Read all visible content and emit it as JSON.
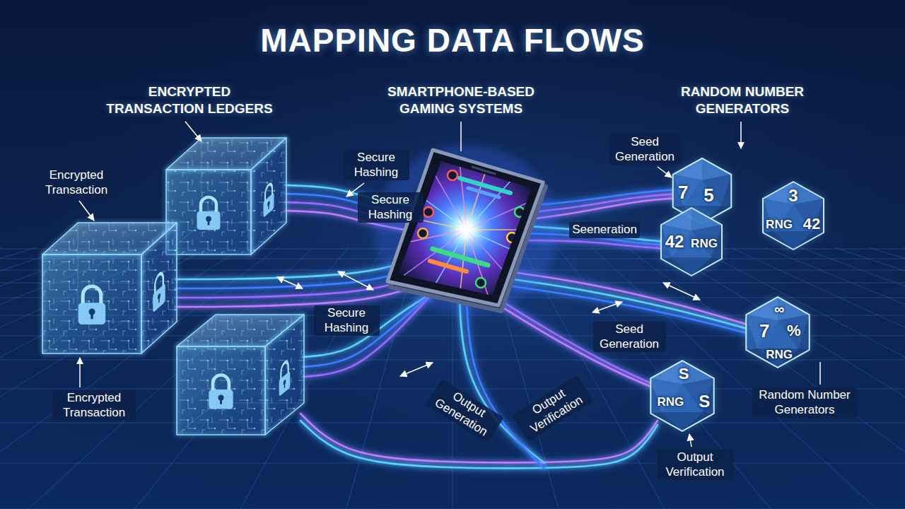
{
  "diagram": {
    "title": "MAPPING DATA FLOWS",
    "nodes": [
      {
        "text": [
          "7",
          "5"
        ]
      },
      {
        "text": [
          "3",
          "RNG",
          "42"
        ]
      },
      {
        "text": [
          "42",
          "RNG"
        ]
      },
      {
        "text": [
          "∞",
          "7",
          "%",
          "RNG"
        ]
      },
      {
        "text": [
          "S",
          "RNG",
          "S"
        ]
      }
    ],
    "labels": [
      "ENCRYPTED TRANSACTION LEDGERS",
      "SMARTPHONE-BASED GAMING SYSTEMS",
      "RANDOM NUMBER GENERATORS",
      "Seed Generation",
      "Secure Hashing",
      "Encrypted Transaction",
      "Secure Hashing",
      "Seeneration",
      "Secure Hashing",
      "Seed Generation",
      "Encrypted Transaction",
      "Random Number Generators",
      "Output Generation",
      "Output Verification",
      "Output Verification"
    ]
  }
}
